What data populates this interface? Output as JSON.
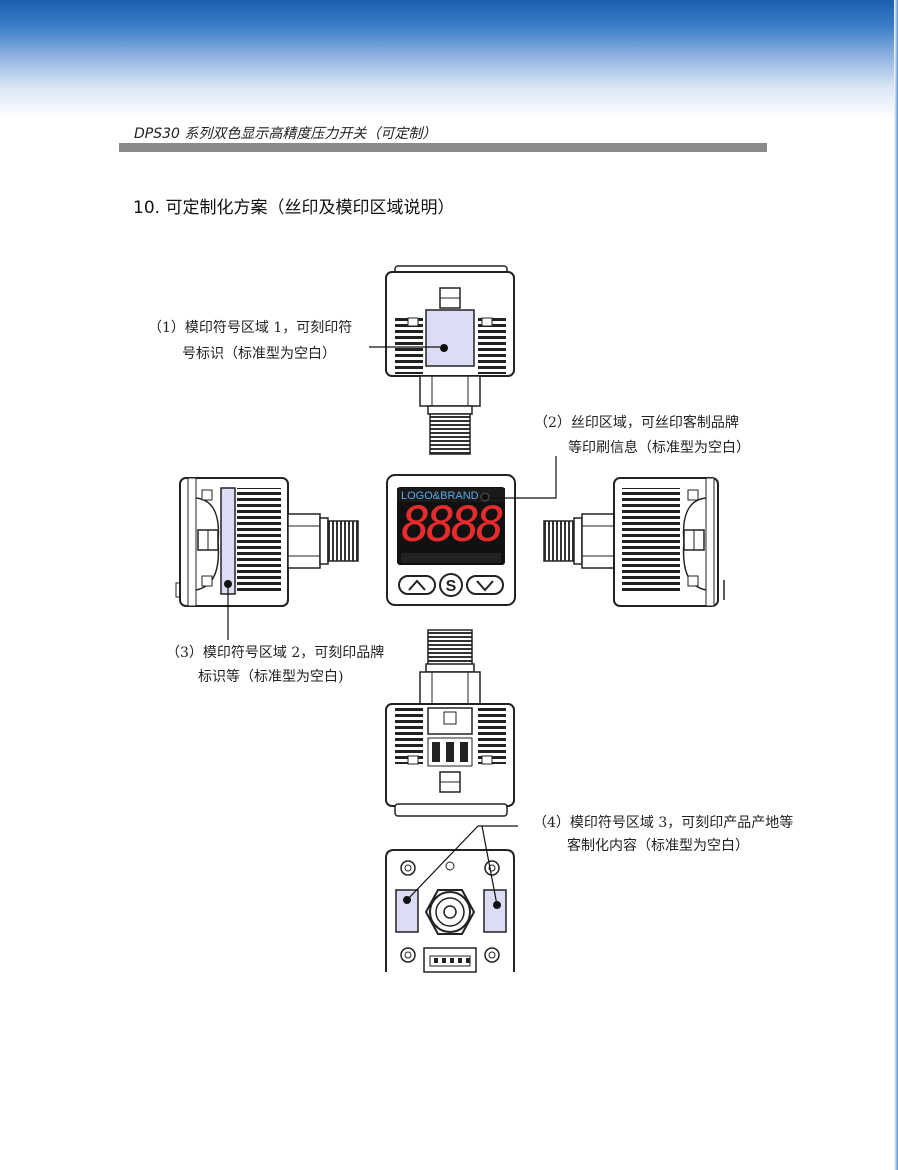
{
  "header": {
    "doc_title": "DPS30 系列双色显示高精度压力开关（可定制）"
  },
  "section": {
    "title": "10. 可定制化方案（丝印及模印区域说明）"
  },
  "callouts": {
    "c1_line1": "（1）模印符号区域 1，可刻印符",
    "c1_line2": "号标识（标准型为空白）",
    "c2_line1": "（2）丝印区域，可丝印客制品牌",
    "c2_line2": "等印刷信息（标准型为空白）",
    "c3_line1": "（3）模印符号区域 2，可刻印品牌",
    "c3_line2": "标识等（标准型为空白)",
    "c4_line1": "（4）模印符号区域 3，可刻印产品产地等",
    "c4_line2": "客制化内容（标准型为空白）"
  },
  "device": {
    "brand_text": "LOGO&BRAND",
    "display_digits": "8888",
    "button_s": "S",
    "button_up_icon": "chevron-up-icon",
    "button_down_icon": "chevron-down-icon"
  },
  "colors": {
    "header_bar": "#8a8a8a",
    "highlight_region": "#dcdcf5",
    "display_red": "#e52b2b",
    "brand_blue": "#5aa8e8"
  }
}
